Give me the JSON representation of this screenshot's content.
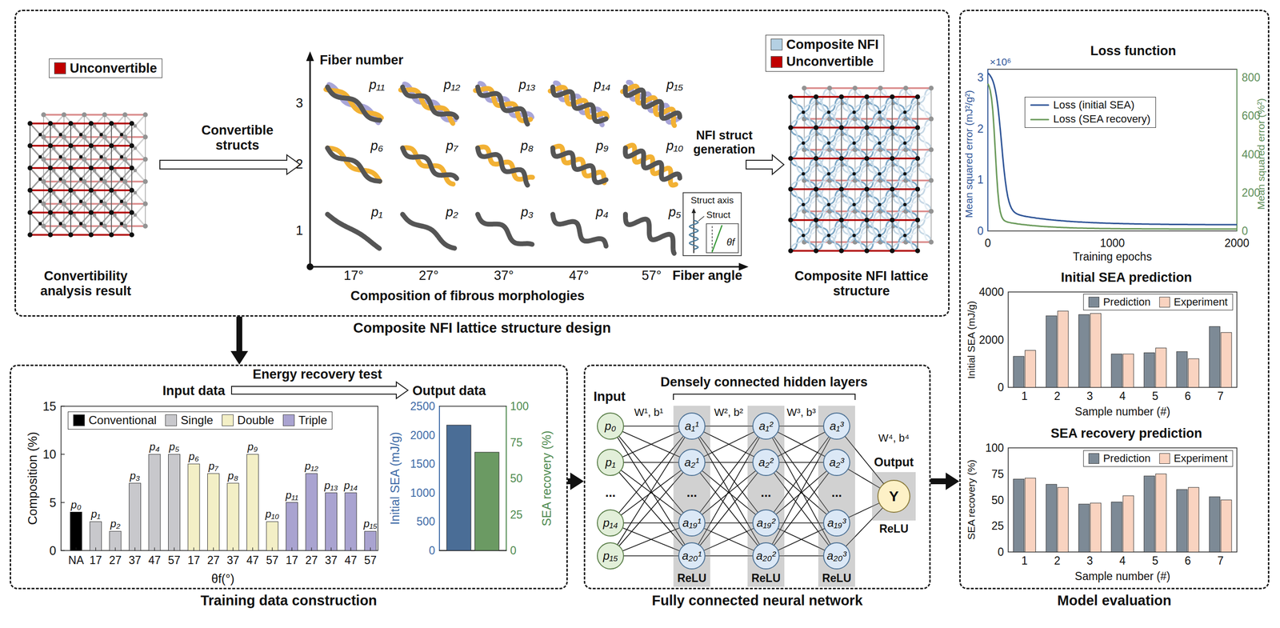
{
  "diagram": {
    "nodes": [
      {
        "text": [
          "Composite NFI lattice structure design"
        ]
      },
      {
        "text": [
          "Model evaluation"
        ]
      },
      {
        "text": [
          "Training data construction"
        ]
      },
      {
        "text": [
          "Fully connected neural network"
        ]
      },
      {
        "text": [
          "p₀"
        ],
        "in": 3
      },
      {
        "text": [
          "p₁"
        ],
        "in": 3
      },
      {
        "text": [
          "p₁₄"
        ],
        "in": 3
      },
      {
        "text": [
          "p₁₅"
        ],
        "in": 3
      },
      {
        "text": [
          "ReLU"
        ],
        "in": 3
      },
      {
        "text": [
          "a₁¹"
        ],
        "in": 8
      },
      {
        "text": [
          "a₂¹"
        ],
        "in": 8
      },
      {
        "text": [
          "a₁₉¹"
        ],
        "in": 8
      },
      {
        "text": [
          "a₂₀¹"
        ],
        "in": 8
      },
      {
        "text": [
          "ReLU"
        ],
        "in": 3
      },
      {
        "text": [
          "a₁²"
        ],
        "in": 13
      },
      {
        "text": [
          "a₂²"
        ],
        "in": 13
      },
      {
        "text": [
          "a₁₉²"
        ],
        "in": 13
      },
      {
        "text": [
          "a₂₀²"
        ],
        "in": 13
      },
      {
        "text": [
          "ReLU"
        ],
        "in": 3
      },
      {
        "text": [
          "a₁³"
        ],
        "in": 18
      },
      {
        "text": [
          "a₂³"
        ],
        "in": 18
      },
      {
        "text": [
          "a₁₉³"
        ],
        "in": 18
      },
      {
        "text": [
          "a₂₀³"
        ],
        "in": 18
      },
      {
        "text": [
          "Output",
          "ReLU"
        ],
        "in": 3
      },
      {
        "text": [
          "Y"
        ],
        "in": 23
      }
    ],
    "edges": [
      {
        "from": 0,
        "to": 2,
        "arrow": "to"
      },
      {
        "from": 2,
        "to": 3,
        "arrow": "to"
      },
      {
        "from": 3,
        "to": 1,
        "arrow": "to"
      },
      {
        "from": 4,
        "to": 9,
        "arrow": "none"
      },
      {
        "from": 4,
        "to": 10,
        "arrow": "none"
      },
      {
        "from": 4,
        "to": 11,
        "arrow": "none"
      },
      {
        "from": 4,
        "to": 12,
        "arrow": "none"
      },
      {
        "from": 5,
        "to": 9,
        "arrow": "none"
      },
      {
        "from": 5,
        "to": 10,
        "arrow": "none"
      },
      {
        "from": 5,
        "to": 11,
        "arrow": "none"
      },
      {
        "from": 5,
        "to": 12,
        "arrow": "none"
      },
      {
        "from": 6,
        "to": 9,
        "arrow": "none"
      },
      {
        "from": 6,
        "to": 10,
        "arrow": "none"
      },
      {
        "from": 6,
        "to": 11,
        "arrow": "none"
      },
      {
        "from": 6,
        "to": 12,
        "arrow": "none"
      },
      {
        "from": 7,
        "to": 9,
        "arrow": "none"
      },
      {
        "from": 7,
        "to": 10,
        "arrow": "none"
      },
      {
        "from": 7,
        "to": 11,
        "arrow": "none"
      },
      {
        "from": 7,
        "to": 12,
        "arrow": "none"
      },
      {
        "from": 9,
        "to": 14,
        "arrow": "none"
      },
      {
        "from": 9,
        "to": 15,
        "arrow": "none"
      },
      {
        "from": 9,
        "to": 16,
        "arrow": "none"
      },
      {
        "from": 9,
        "to": 17,
        "arrow": "none"
      },
      {
        "from": 10,
        "to": 14,
        "arrow": "none"
      },
      {
        "from": 10,
        "to": 15,
        "arrow": "none"
      },
      {
        "from": 10,
        "to": 16,
        "arrow": "none"
      },
      {
        "from": 10,
        "to": 17,
        "arrow": "none"
      },
      {
        "from": 11,
        "to": 14,
        "arrow": "none"
      },
      {
        "from": 11,
        "to": 15,
        "arrow": "none"
      },
      {
        "from": 11,
        "to": 16,
        "arrow": "none"
      },
      {
        "from": 11,
        "to": 17,
        "arrow": "none"
      },
      {
        "from": 12,
        "to": 14,
        "arrow": "none"
      },
      {
        "from": 12,
        "to": 15,
        "arrow": "none"
      },
      {
        "from": 12,
        "to": 16,
        "arrow": "none"
      },
      {
        "from": 12,
        "to": 17,
        "arrow": "none"
      },
      {
        "from": 14,
        "to": 19,
        "arrow": "none"
      },
      {
        "from": 14,
        "to": 20,
        "arrow": "none"
      },
      {
        "from": 14,
        "to": 21,
        "arrow": "none"
      },
      {
        "from": 14,
        "to": 22,
        "arrow": "none"
      },
      {
        "from": 15,
        "to": 19,
        "arrow": "none"
      },
      {
        "from": 15,
        "to": 20,
        "arrow": "none"
      },
      {
        "from": 15,
        "to": 21,
        "arrow": "none"
      },
      {
        "from": 15,
        "to": 22,
        "arrow": "none"
      },
      {
        "from": 16,
        "to": 19,
        "arrow": "none"
      },
      {
        "from": 16,
        "to": 20,
        "arrow": "none"
      },
      {
        "from": 16,
        "to": 21,
        "arrow": "none"
      },
      {
        "from": 16,
        "to": 22,
        "arrow": "none"
      },
      {
        "from": 17,
        "to": 19,
        "arrow": "none"
      },
      {
        "from": 17,
        "to": 20,
        "arrow": "none"
      },
      {
        "from": 17,
        "to": 21,
        "arrow": "none"
      },
      {
        "from": 17,
        "to": 22,
        "arrow": "none"
      },
      {
        "from": 19,
        "to": 24,
        "arrow": "none"
      },
      {
        "from": 20,
        "to": 24,
        "arrow": "none"
      },
      {
        "from": 21,
        "to": 24,
        "arrow": "none"
      },
      {
        "from": 22,
        "to": 24,
        "arrow": "none"
      }
    ],
    "labels": [
      "Convertibility analysis result",
      "Convertible structs",
      "Fiber number",
      "3",
      "2",
      "1",
      "p₁₁",
      "p₁₂",
      "p₁₃",
      "p₁₄",
      "p₁₅",
      "p₆",
      "p₇",
      "p₈",
      "p₉",
      "p₁₀",
      "p₁",
      "p₂",
      "p₃",
      "p₄",
      "p₅",
      "17°",
      "27°",
      "37°",
      "47°",
      "57°",
      "Composition of fibrous morphologies",
      "Fiber angle",
      "NFI struct generation",
      "Struct axis",
      "Struct",
      "θf",
      "Composite NFI lattice structure",
      "Energy recovery test",
      "Input data",
      "Output data",
      "15",
      "10",
      "5",
      "0",
      "Composition (%)",
      "p₀",
      "p₁",
      "p₂",
      "p₃",
      "p₄",
      "p₅",
      "p₆",
      "p₇",
      "p₈",
      "p₉",
      "p₁₀",
      "p₁₁",
      "p₁₂",
      "p₁₃",
      "p₁₄",
      "p₁₅",
      "NA",
      "17",
      "27",
      "37",
      "47",
      "57",
      "17",
      "27",
      "37",
      "47",
      "57",
      "17",
      "27",
      "37",
      "47",
      "57",
      "θf(°)",
      "2500",
      "2000",
      "1500",
      "1000",
      "500",
      "0",
      "Initial SEA (mJ/g)",
      "100",
      "75",
      "50",
      "25",
      "0",
      "SEA recovery (%)",
      "Densely connected hidden layers",
      "Input",
      "W¹, b¹",
      "W², b²",
      "W³, b³",
      "W⁴, b⁴",
      "...",
      "...",
      "...",
      "...",
      "Loss function",
      "×10⁶",
      "3",
      "2",
      "1",
      "0",
      "Mean squared error (mJ²/g²)",
      "800",
      "600",
      "400",
      "200",
      "0",
      "Mean squared error (%²)",
      "0",
      "1000",
      "2000",
      "Training epochs",
      "Initial SEA prediction",
      "4000",
      "2000",
      "0",
      "Initial SEA (mJ/g)",
      "1",
      "2",
      "3",
      "4",
      "5",
      "6",
      "7",
      "Sample number (#)",
      "SEA recovery prediction",
      "100",
      "75",
      "50",
      "25",
      "0",
      "SEA recovery (%)",
      "1",
      "2",
      "3",
      "4",
      "5",
      "6",
      "7",
      "Sample number (#)"
    ],
    "legend": [
      {
        "text": "Unconvertible",
        "color": "#c00000"
      },
      {
        "text": "Composite NFI",
        "color": "#b4d0e3"
      },
      {
        "text": "Unconvertible",
        "color": "#c00000"
      },
      {
        "text": "Conventional",
        "color": "#000000"
      },
      {
        "text": "Single",
        "color": "#c8c8cc"
      },
      {
        "text": "Double",
        "color": "#f3efc6"
      },
      {
        "text": "Triple",
        "color": "#a9a3d0"
      },
      {
        "text": "Loss (initial SEA)"
      },
      {
        "text": "Loss (SEA recovery)"
      },
      {
        "text": "Prediction",
        "color": "#7d8a96"
      },
      {
        "text": "Experiment",
        "color": "#f9d3c0"
      },
      {
        "text": "Prediction",
        "color": "#7d8a96"
      },
      {
        "text": "Experiment",
        "color": "#f9d3c0"
      }
    ]
  }
}
